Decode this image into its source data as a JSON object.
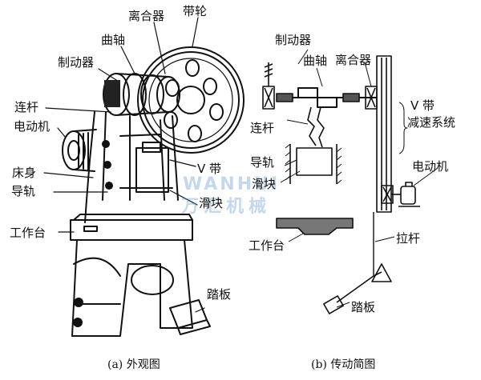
{
  "diagram": {
    "left_labels": {
      "clutch": "离合器",
      "pulley": "带轮",
      "crankshaft": "曲轴",
      "brake": "制动器",
      "connecting_rod": "连杆",
      "motor": "电动机",
      "bed": "床身",
      "guide_rail": "导轨",
      "v_belt": "V 带",
      "slider": "滑块",
      "worktable": "工作台",
      "pedal": "踏板"
    },
    "right_labels": {
      "brake": "制动器",
      "crankshaft": "曲轴",
      "clutch": "离合器",
      "v_belt_reduction_1": "V 带",
      "v_belt_reduction_2": "减速系统",
      "connecting_rod": "连杆",
      "guide_rail": "导轨",
      "slider": "滑块",
      "motor": "电动机",
      "worktable": "工作台",
      "pull_rod": "拉杆",
      "pedal": "踏板"
    },
    "captions": {
      "left": "(a) 外观图",
      "right": "(b) 传动简图"
    },
    "watermark": {
      "line1": "WANHUI",
      "line2": "万汇机械"
    }
  }
}
